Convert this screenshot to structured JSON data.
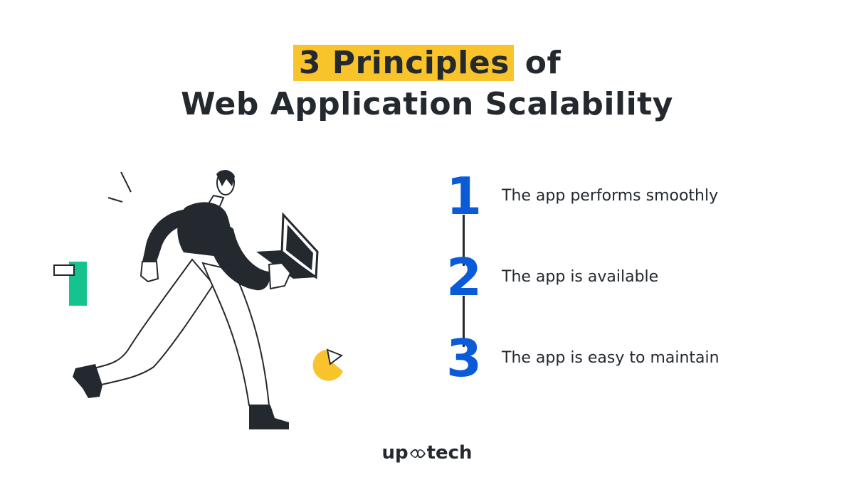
{
  "title": {
    "highlight": "3 Principles",
    "rest": " of",
    "line2": "Web Application Scalability"
  },
  "principles": [
    {
      "number": "1",
      "text": "The app performs smoothly"
    },
    {
      "number": "2",
      "text": "The app is available"
    },
    {
      "number": "3",
      "text": "The app is easy to maintain"
    }
  ],
  "logo": {
    "part1": "up",
    "part2": "tech"
  },
  "colors": {
    "accent_yellow": "#f9c32c",
    "number_blue": "#0a5bd7",
    "dark": "#24292f",
    "green": "#14c38e"
  }
}
